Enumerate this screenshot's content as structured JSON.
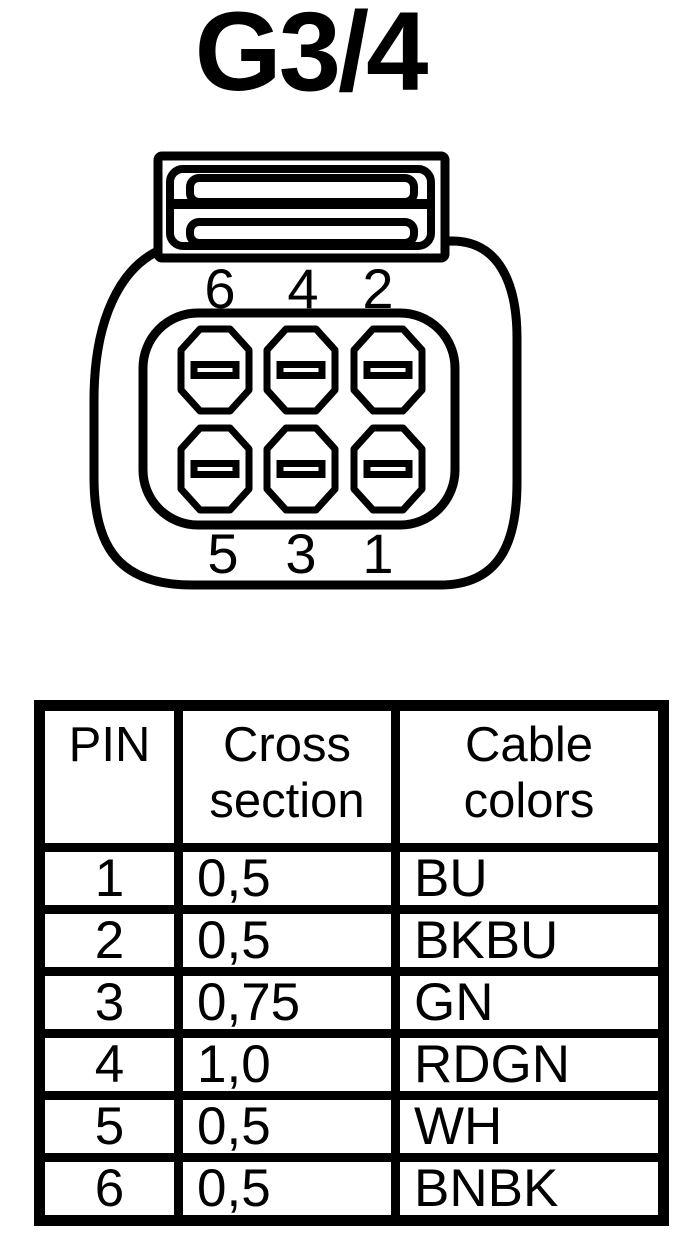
{
  "title": "G3/4",
  "connector": {
    "top_labels": [
      "6",
      "4",
      "2"
    ],
    "bottom_labels": [
      "5",
      "3",
      "1"
    ]
  },
  "table": {
    "headers": [
      "PIN",
      "Cross section",
      "Cable colors"
    ],
    "rows": [
      [
        "1",
        "0,5",
        "BU"
      ],
      [
        "2",
        "0,5",
        "BKBU"
      ],
      [
        "3",
        "0,75",
        "GN"
      ],
      [
        "4",
        "1,0",
        "RDGN"
      ],
      [
        "5",
        "0,5",
        "WH"
      ],
      [
        "6",
        "0,5",
        "BNBK"
      ]
    ]
  },
  "colors": {
    "ink": "#000000",
    "background": "#ffffff"
  }
}
